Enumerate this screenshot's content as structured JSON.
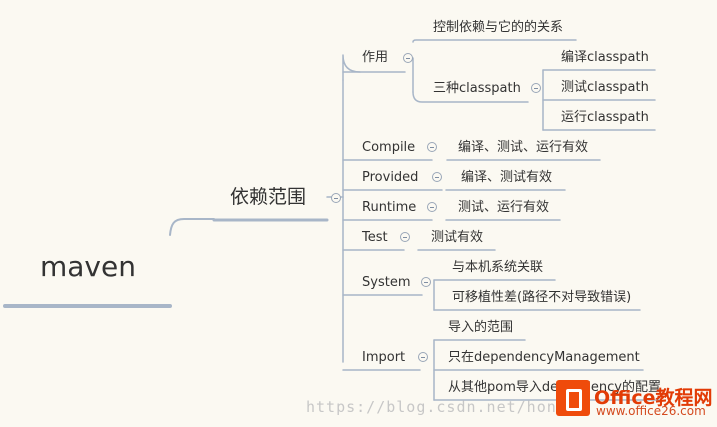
{
  "root": {
    "label": "maven"
  },
  "main": {
    "label": "依赖范围"
  },
  "branches": [
    {
      "label": "作用",
      "children": [
        "控制依赖与它的的关系",
        "三种classpath"
      ],
      "sub": [
        "编译classpath",
        "测试classpath",
        "运行classpath"
      ]
    },
    {
      "label": "Compile",
      "children": [
        "编译、测试、运行有效"
      ]
    },
    {
      "label": "Provided",
      "children": [
        "编译、测试有效"
      ]
    },
    {
      "label": "Runtime",
      "children": [
        "测试、运行有效"
      ]
    },
    {
      "label": "Test",
      "children": [
        "测试有效"
      ]
    },
    {
      "label": "System",
      "children": [
        "与本机系统关联",
        "可移植性差(路径不对导致错误)"
      ]
    },
    {
      "label": "Import",
      "children": [
        "导入的范围",
        "只在dependencyManagement",
        "从其他pom导入dependency的配置"
      ]
    }
  ],
  "watermark": "https://blog.csdn.net/hon",
  "logo": {
    "title": "Office教程网",
    "url": "www.office26.com"
  },
  "colors": {
    "line": "#a8b6c8",
    "background": "#fbf9f2",
    "logo": "#ef4b0b"
  }
}
